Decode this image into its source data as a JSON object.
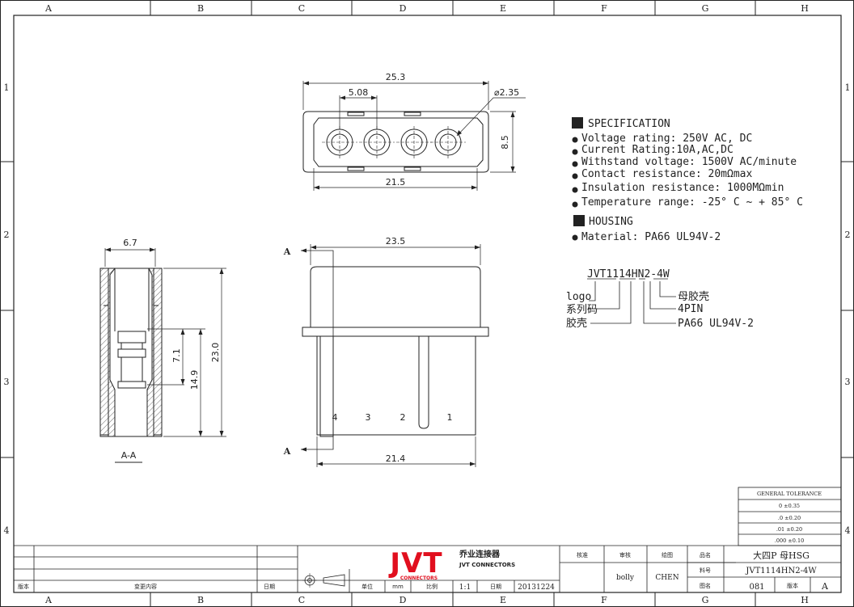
{
  "border": {
    "columns": [
      "A",
      "B",
      "C",
      "D",
      "E",
      "F",
      "G",
      "H"
    ],
    "rows": [
      "1",
      "2",
      "3",
      "4"
    ]
  },
  "top_view": {
    "dim_overall": "25.3",
    "dim_pitch": "5.08",
    "dim_hole": "⌀2.35",
    "dim_height": "8.5",
    "dim_inner": "21.5"
  },
  "side_section": {
    "dim_width": "6.7",
    "dim_total": "23.0",
    "dim_mid": "14.9",
    "dim_small": "7.1",
    "section_label": "A-A"
  },
  "front_view": {
    "dim_top": "23.5",
    "dim_bottom": "21.4",
    "section_mark": "A",
    "pin_numbers": [
      "4",
      "3",
      "2",
      "1"
    ]
  },
  "spec": {
    "spec_title": "SPECIFICATION",
    "items": [
      "Voltage rating: 250V AC, DC",
      "Current Rating:10A,AC,DC",
      "Withstand voltage: 1500V AC/minute",
      "Contact resistance: 20mΩmax",
      "Insulation resistance: 1000MΩmin",
      "Temperature range: -25° C ~ + 85° C"
    ],
    "housing_title": "HOUSING",
    "housing_item": "Material: PA66 UL94V-2"
  },
  "part_code": {
    "code": "JVT1114HN2-4W",
    "labels": [
      "logo",
      "系列码",
      "胶壳"
    ],
    "right_labels": [
      "母胶壳",
      "4PIN",
      "PA66 UL94V-2"
    ]
  },
  "tolerance": {
    "title": "GENERAL TOLERANCE",
    "rows": [
      "0   ±0.35",
      ".0   ±0.20",
      ".01  ±0.20",
      ".000 ±0.10"
    ]
  },
  "title_block": {
    "rev_col": "版本",
    "change_col": "变更内容",
    "date_col": "日期",
    "unit_label": "单位",
    "unit_value": "mm",
    "scale_label": "比例",
    "scale_value": "1:1",
    "date_label": "日期",
    "date_value": "20131224",
    "logo_text": "JVT",
    "logo_sub": "CONNECTORS",
    "company_cn": "乔业连接器",
    "company_en": "JVT CONNECTORS",
    "approve": "核准",
    "review": "审核",
    "draw": "绘图",
    "reviewer": "bolly",
    "drafter": "CHEN",
    "name_label": "品名",
    "name_value": "大四P 母HSG",
    "part_label": "料号",
    "part_value": "JVT1114HN2-4W",
    "drawing_label": "图名",
    "drawing_value": "081",
    "version_label": "版本",
    "version_value": "A"
  }
}
